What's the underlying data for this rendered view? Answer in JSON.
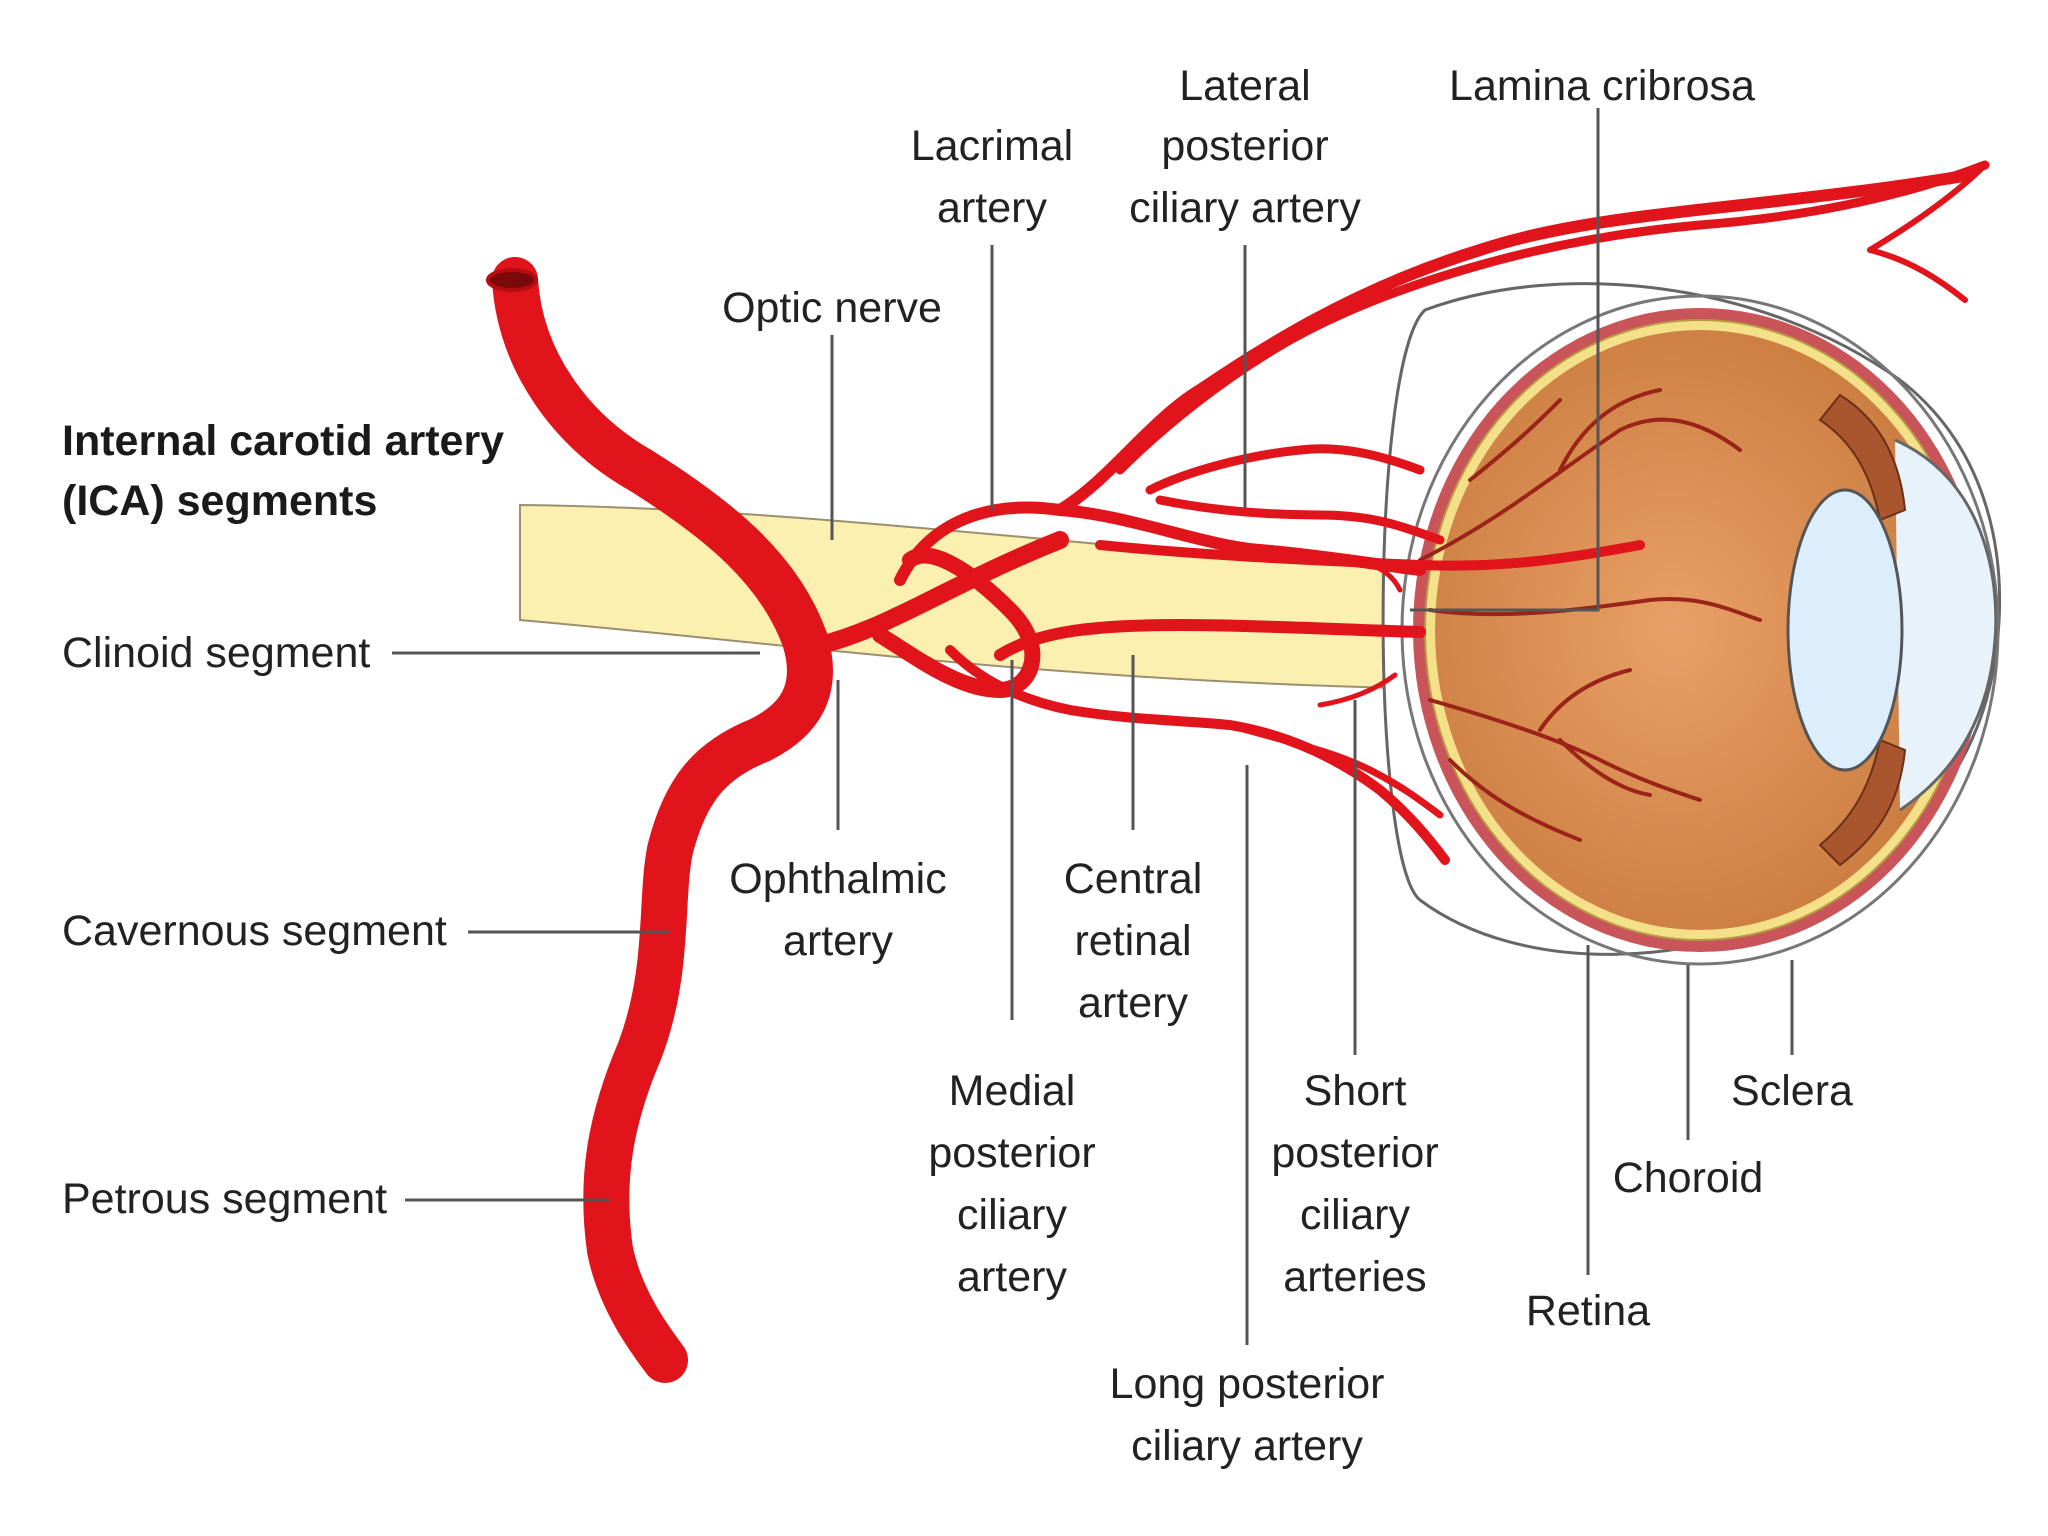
{
  "title": {
    "line1": "Internal carotid artery",
    "line2": "(ICA) segments"
  },
  "labels": {
    "clinoid": "Clinoid segment",
    "cavernous": "Cavernous segment",
    "petrous": "Petrous segment",
    "optic_nerve": "Optic nerve",
    "lacrimal": [
      "Lacrimal",
      "artery"
    ],
    "lateral_pca": [
      "Lateral",
      "posterior",
      "ciliary artery"
    ],
    "lamina": "Lamina cribrosa",
    "ophthalmic": [
      "Ophthalmic",
      "artery"
    ],
    "central_retinal": [
      "Central",
      "retinal",
      "artery"
    ],
    "medial_pca": [
      "Medial",
      "posterior",
      "ciliary",
      "artery"
    ],
    "short_pca": [
      "Short",
      "posterior",
      "ciliary",
      "arteries"
    ],
    "long_pca": [
      "Long posterior",
      "ciliary artery"
    ],
    "sclera": "Sclera",
    "choroid": "Choroid",
    "retina": "Retina"
  },
  "colors": {
    "artery": "#e0141a",
    "artery_dark": "#b50d12",
    "nerve": "#fbf0b0",
    "eye_globe": "#d98a4a",
    "choroid_ring": "#c9545a",
    "retina_ring": "#f5e08a",
    "lens": "#dceefb"
  }
}
